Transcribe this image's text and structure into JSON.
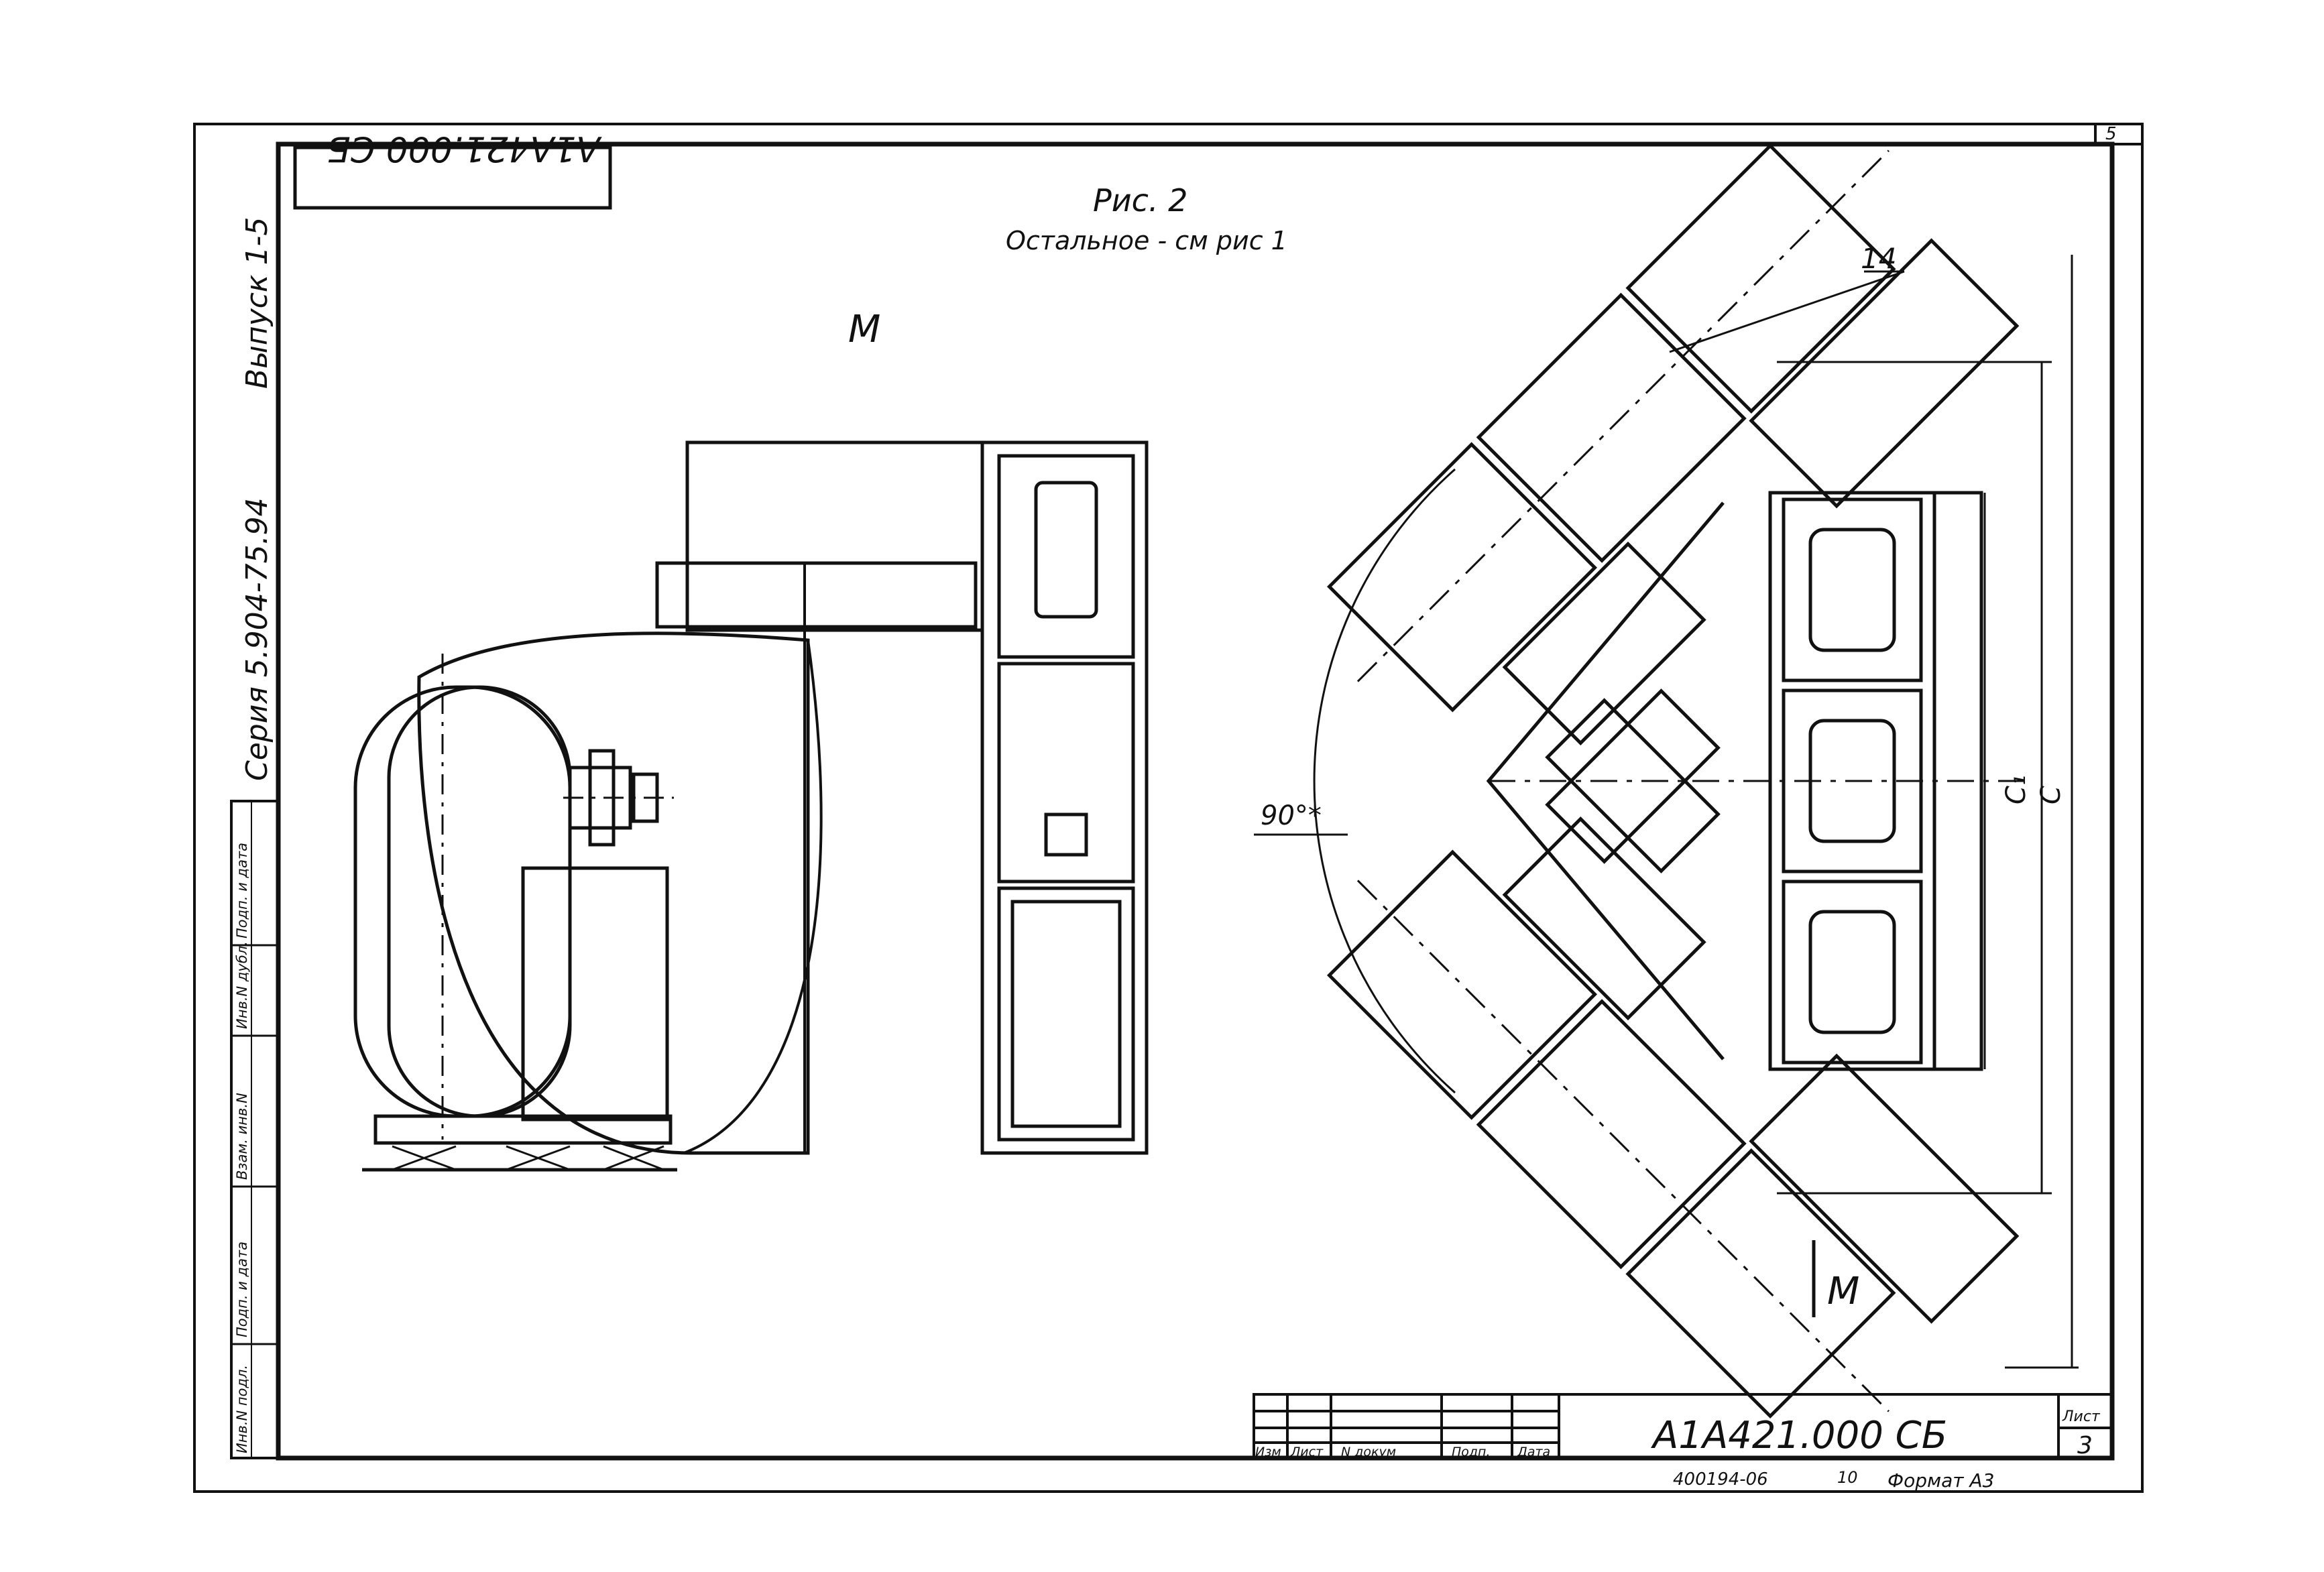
{
  "drawing": {
    "doc_code_stamp": "А1А421.000 СБ",
    "figure_title": "Рис. 2",
    "figure_note": "Остальное - см рис 1",
    "series": "Серия 5.904-75.94",
    "issue": "Выпуск 1-5",
    "view_marker_top": "М",
    "view_marker_bottom": "М",
    "callout_14": "14",
    "angle_label": "90°*",
    "dim_c1": "С₁",
    "dim_c": "С",
    "corner_sheet_no": "5",
    "side_stamp": [
      "Инв.N подл.",
      "Подп. и дата",
      "Взам. инв.N",
      "Инв.N дубл.",
      "Подп. и дата"
    ]
  },
  "title_block": {
    "headers": [
      "Изм",
      "Лист",
      "N докум",
      "Подп.",
      "Дата"
    ],
    "doc_code": "А1А421.000 СБ",
    "sheet_label": "Лист",
    "sheet_no": "3",
    "footer_code": "400194-06",
    "footer_num": "10",
    "format": "Формат А3"
  }
}
